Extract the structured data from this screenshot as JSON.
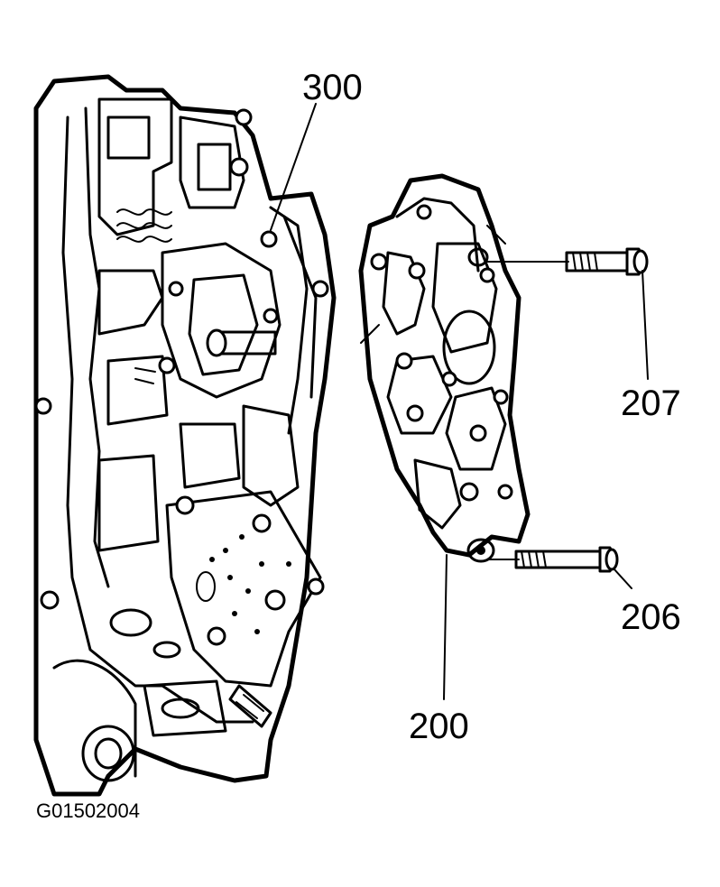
{
  "callouts": {
    "c300": "300",
    "c207": "207",
    "c206": "206",
    "c200": "200"
  },
  "figure_id": "G01502004"
}
